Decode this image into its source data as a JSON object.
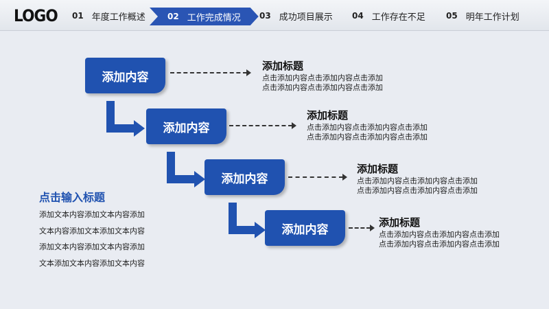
{
  "header": {
    "logo": "LOGO",
    "nav": [
      {
        "num": "01",
        "label": "年度工作概述"
      },
      {
        "num": "02",
        "label": "工作完成情况"
      },
      {
        "num": "03",
        "label": "成功项目展示"
      },
      {
        "num": "04",
        "label": "工作存在不足"
      },
      {
        "num": "05",
        "label": "明年工作计划"
      }
    ],
    "active_index": 1
  },
  "steps": [
    {
      "box": "添加内容",
      "title": "添加标题",
      "line1": "点击添加内容点击添加内容点击添加",
      "line2": "点击添加内容点击添加内容点击添加"
    },
    {
      "box": "添加内容",
      "title": "添加标题",
      "line1": "点击添加内容点击添加内容点击添加",
      "line2": "点击添加内容点击添加内容点击添加"
    },
    {
      "box": "添加内容",
      "title": "添加标题",
      "line1": "点击添加内容点击添加内容点击添加",
      "line2": "点击添加内容点击添加内容点击添加"
    },
    {
      "box": "添加内容",
      "title": "添加标题",
      "line1": "点击添加内容点击添加内容点击添加",
      "line2": "点击添加内容点击添加内容点击添加"
    }
  ],
  "side": {
    "title": "点击输入标题",
    "lines": [
      "添加文本内容添加文本内容添加",
      "文本内容添加文本添加文本内容",
      "添加文本内容添加文本内容添加",
      "文本添加文本内容添加文本内容"
    ]
  },
  "colors": {
    "accent": "#2052b0",
    "background": "#e9ecf2"
  }
}
